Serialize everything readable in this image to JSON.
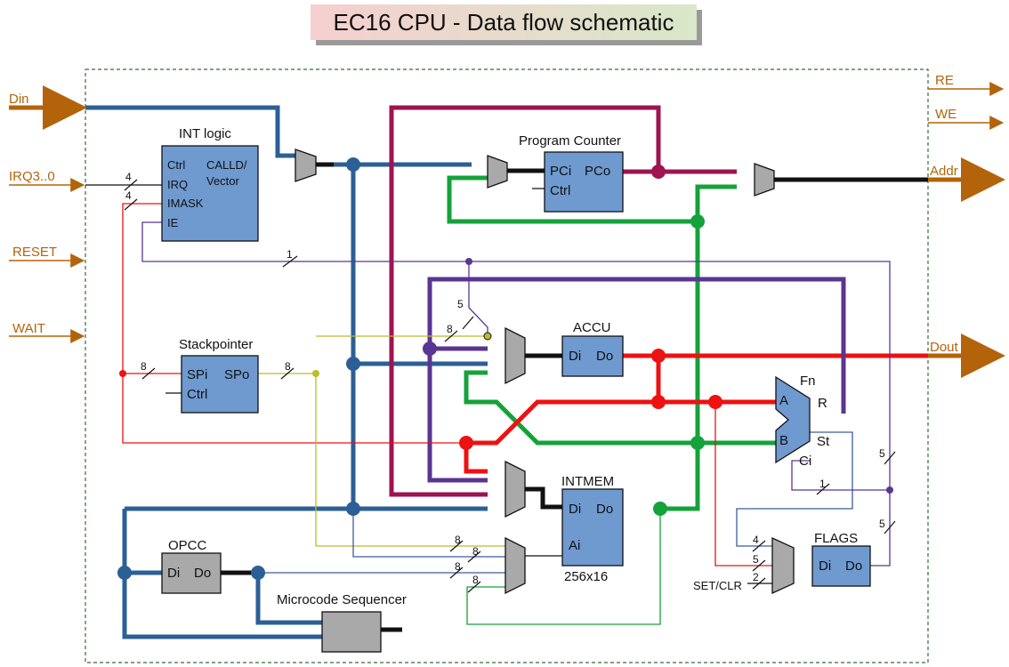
{
  "title": "EC16 CPU - Data flow schematic",
  "ports": {
    "din": "Din",
    "irq": "IRQ3..0",
    "reset": "RESET",
    "wait": "WAIT",
    "re": "RE",
    "we": "WE",
    "addr": "Addr",
    "dout": "Dout"
  },
  "blocks": {
    "int_logic": {
      "title": "INT logic",
      "ctrl": "Ctrl",
      "irq": "IRQ",
      "imask": "IMASK",
      "ie": "IE",
      "calld": "CALLD/",
      "vector": "Vector"
    },
    "program_counter": {
      "title": "Program Counter",
      "pci": "PCi",
      "pco": "PCo",
      "ctrl": "Ctrl"
    },
    "accu": {
      "title": "ACCU",
      "di": "Di",
      "do": "Do"
    },
    "stackpointer": {
      "title": "Stackpointer",
      "spi": "SPi",
      "spo": "SPo",
      "ctrl": "Ctrl"
    },
    "alu": {
      "a": "A",
      "b": "B",
      "fn": "Fn",
      "r": "R",
      "st": "St",
      "ci": "Ci"
    },
    "intmem": {
      "title": "INTMEM",
      "di": "Di",
      "do": "Do",
      "ai": "Ai",
      "size": "256x16"
    },
    "opcc": {
      "title": "OPCC",
      "di": "Di",
      "do": "Do"
    },
    "microcode": {
      "title": "Microcode Sequencer"
    },
    "flags": {
      "title": "FLAGS",
      "di": "Di",
      "do": "Do",
      "set_clr": "SET/CLR"
    }
  },
  "bus_widths": {
    "irq": "4",
    "imask": "4",
    "ie_line": "1",
    "accu_in": "5",
    "accu_sp": "8",
    "sp_in": "8",
    "sp_out": "8",
    "ai_1": "8",
    "ai_2": "8",
    "ai_3": "8",
    "ai_4": "8",
    "flags_1": "4",
    "flags_2": "5",
    "flags_3": "2",
    "right_1": "5",
    "right_2": "5",
    "alu_st": "1"
  },
  "colors": {
    "blue_bus": "#2c5f96",
    "red_bus": "#ee1111",
    "green_bus": "#14a23a",
    "magenta_bus": "#9e1350",
    "purple_bus": "#5a3591",
    "olive_wire": "#bcbc2a",
    "thin_blue": "#3b5c9a",
    "block_fill": "#6f9ad0",
    "gray_fill": "#a9a9a9",
    "port_color": "#b3640a"
  }
}
